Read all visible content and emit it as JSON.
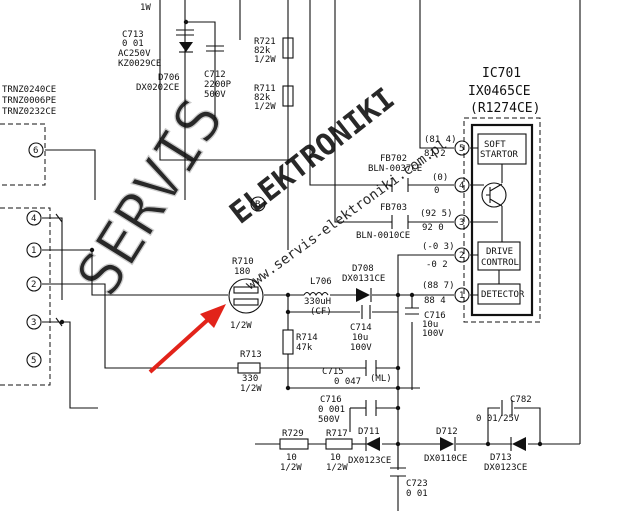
{
  "ic": {
    "name": "IC701",
    "part": "IX0465CE",
    "alt": "(R1274CE)",
    "blocks": {
      "soft_line1": "SOFT",
      "soft_line2": "STARTOR",
      "drive_line1": "DRIVE",
      "drive_line2": "CONTROL",
      "detector": "DETECTOR"
    },
    "pins": [
      "5",
      "4",
      "3",
      "2",
      "1"
    ],
    "pin_voltages": [
      {
        "a": "(81 4)",
        "b": "81 2"
      },
      {
        "a": "(0)",
        "b": "0"
      },
      {
        "a": "(92 5)",
        "b": "92 0"
      },
      {
        "a": "(-0 3)",
        "b": "-0 2"
      },
      {
        "a": "(88 7)",
        "b": "88 4"
      }
    ]
  },
  "connectors": {
    "left_top": [
      "TRNZ0240CE",
      "TRNZ0006PE",
      "TRNZ0232CE"
    ],
    "left_pins": [
      "6",
      "4",
      "1",
      "2",
      "3",
      "5"
    ]
  },
  "components": {
    "c713": [
      "C713",
      "0 01",
      "AC250V",
      "KZ0029CE"
    ],
    "d706": [
      "D706",
      "DX0202CE"
    ],
    "c712": [
      "C712",
      "2200P",
      "500V"
    ],
    "r721": [
      "R721",
      "82k",
      "1/2W"
    ],
    "r711": [
      "R711",
      "82k",
      "1/2W"
    ],
    "fb702": [
      "FB702",
      "BLN-0037CE"
    ],
    "fb703": [
      "FB703",
      "BLN-0010CE"
    ],
    "tp_b": "B",
    "r710": [
      "R710",
      "180",
      "1/2W"
    ],
    "l706": [
      "L706",
      "330uH",
      "(CF)"
    ],
    "d708": [
      "D708",
      "DX0131CE"
    ],
    "c714": [
      "C714",
      "10u",
      "100V"
    ],
    "c716b": [
      "C716",
      "10u",
      "100V"
    ],
    "r714": [
      "R714",
      "47k"
    ],
    "r713": [
      "R713",
      "330",
      "1/2W"
    ],
    "c715": [
      "C715",
      "0 047",
      "(ML)"
    ],
    "c716": [
      "C716",
      "0 001",
      "500V"
    ],
    "c782": [
      "C782",
      "0 01/25V"
    ],
    "r729": [
      "R729",
      "10",
      "1/2W"
    ],
    "r717": [
      "R717",
      "10",
      "1/2W"
    ],
    "d711": [
      "D711",
      "DX0123CE"
    ],
    "d712": [
      "D712",
      "DX0110CE"
    ],
    "d713": [
      "D713",
      "DX0123CE"
    ],
    "c723": [
      "C723",
      "0 01"
    ],
    "top_label": "1W"
  },
  "watermarks": [
    "SERVIS",
    "ELEKTRONIKI",
    "www.servis-elektroniki.com.pl"
  ]
}
